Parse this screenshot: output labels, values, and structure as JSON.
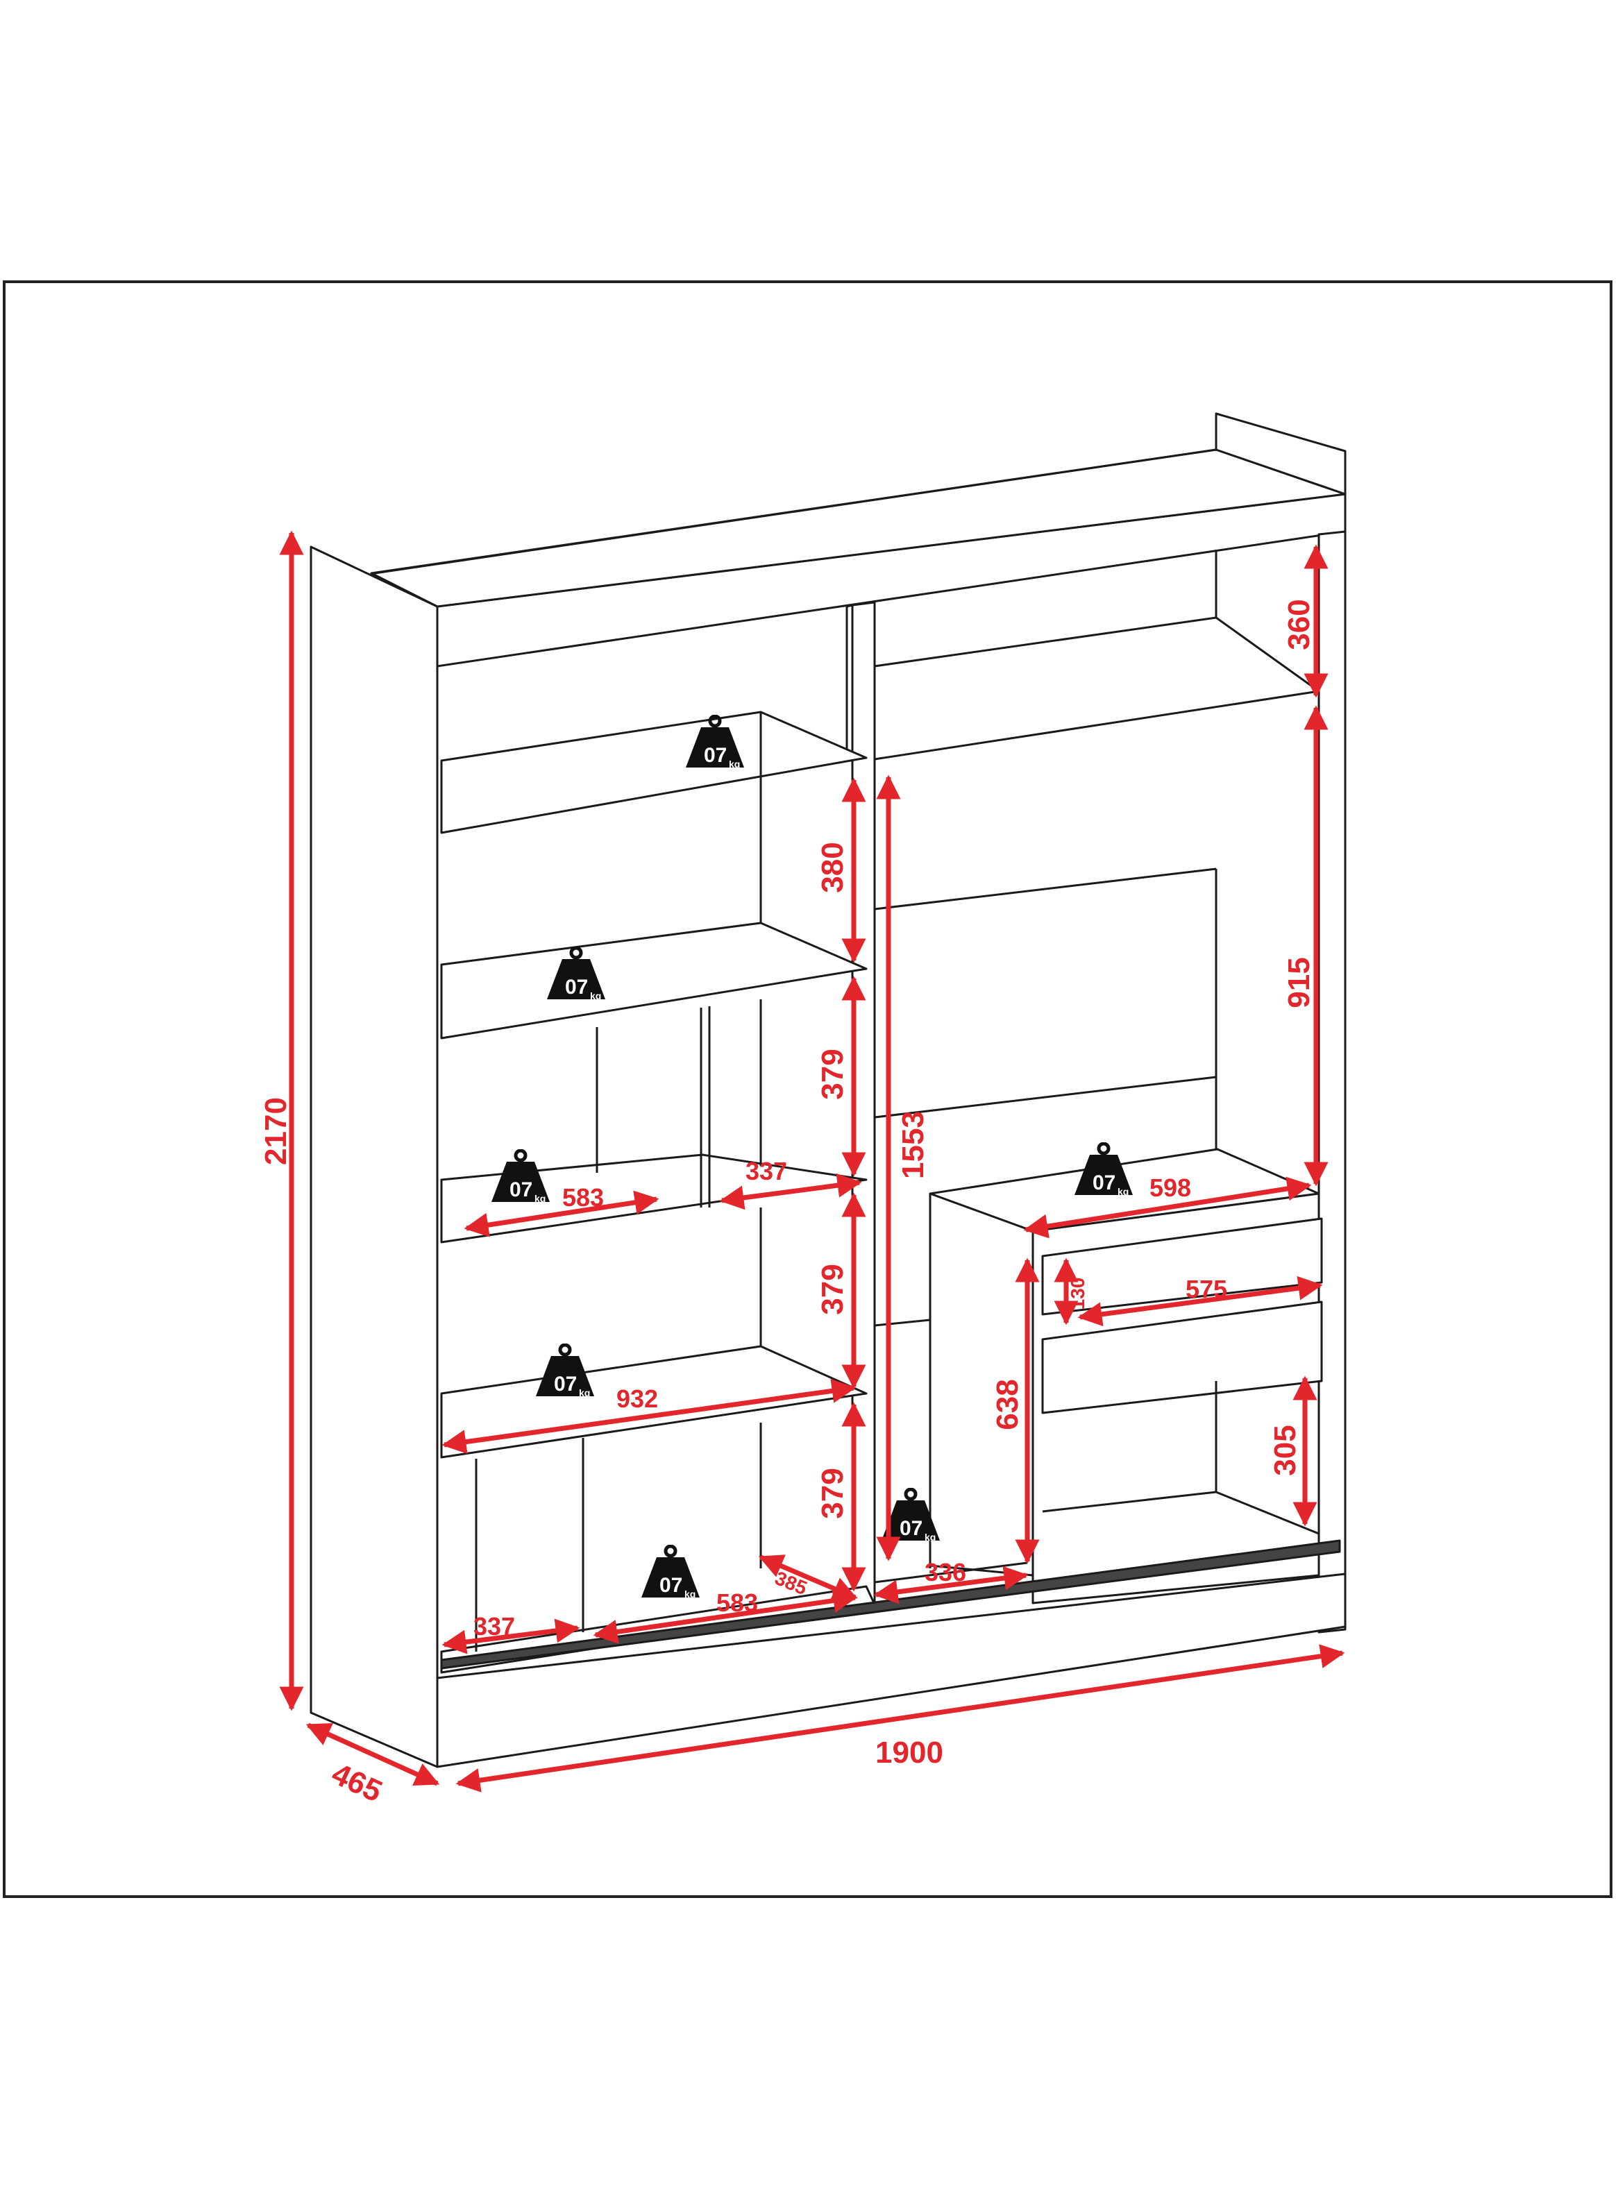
{
  "colors": {
    "line": "#1a1a1a",
    "dimension": "#e3262b",
    "weight_icon": "#111111",
    "background": "#ffffff"
  },
  "dimensions": {
    "height_total": "2170",
    "width_total": "1900",
    "depth": "465",
    "top_compartment": "360",
    "right_hanging": "915",
    "long_hanging": "1553",
    "upper_niche": "380",
    "niche_379_a": "379",
    "niche_379_b": "379",
    "niche_379_c": "379",
    "niche_width_583_a": "583",
    "niche_width_337_a": "337",
    "shelf_width_932": "932",
    "niche_width_337_b": "337",
    "niche_width_583_b": "583",
    "niche_depth_385": "385",
    "bottom_width_336": "336",
    "dresser_top_598": "598",
    "drawer_width_575": "575",
    "drawer_height_130": "130",
    "dresser_height_638": "638",
    "dresser_niche_305": "305"
  },
  "weight_labels": {
    "top_shelf": {
      "value": "07",
      "unit": "kg"
    },
    "upper_shelf": {
      "value": "07",
      "unit": "kg"
    },
    "mid_left_shelf": {
      "value": "07",
      "unit": "kg"
    },
    "long_shelf": {
      "value": "07",
      "unit": "kg"
    },
    "bottom_shelf": {
      "value": "07",
      "unit": "kg"
    },
    "bottom_right_shelf": {
      "value": "07",
      "unit": "kg"
    },
    "dresser_top": {
      "value": "07",
      "unit": "kg"
    }
  }
}
